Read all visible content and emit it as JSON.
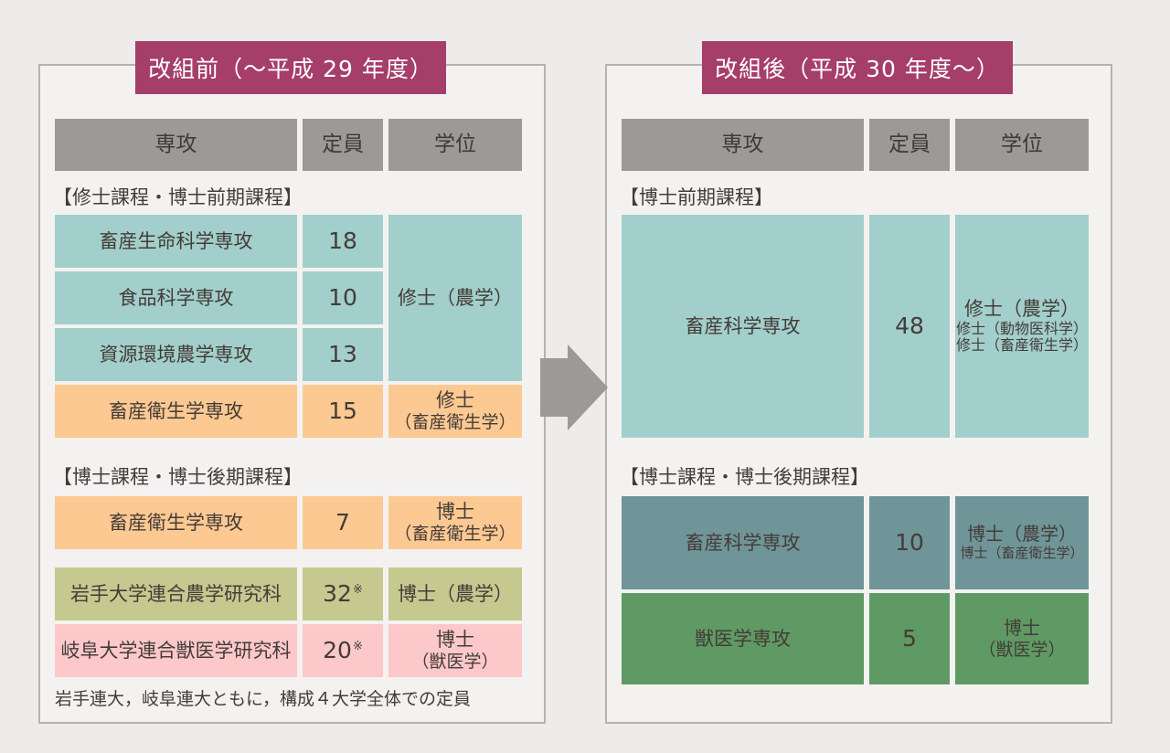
{
  "colors": {
    "title_bg": "#a53e68",
    "header_bg": "#9b9a98",
    "arrow": "#9b9a98",
    "teal": "#a2cfcb",
    "orange": "#fdc992",
    "olive": "#c5c98f",
    "pink": "#fcc8ca",
    "dark_teal": "#6f9598",
    "green": "#5f9a64",
    "panel_bg": "#f3f2f0",
    "page_bg": "#edecea",
    "text": "#443c38"
  },
  "left": {
    "title": "改組前（～平成 29 年度）",
    "headers": {
      "major": "専攻",
      "capacity": "定員",
      "degree": "学位"
    },
    "section1": {
      "label": "【修士課程・博士前期課程】",
      "rows": [
        {
          "name": "畜産生命科学専攻",
          "capacity": "18"
        },
        {
          "name": "食品科学専攻",
          "capacity": "10"
        },
        {
          "name": "資源環境農学専攻",
          "capacity": "13"
        }
      ],
      "shared_degree": "修士（農学）",
      "row4": {
        "name": "畜産衛生学専攻",
        "capacity": "15",
        "degree_line1": "修士",
        "degree_line2": "（畜産衛生学）"
      }
    },
    "section2": {
      "label": "【博士課程・博士後期課程】",
      "row1": {
        "name": "畜産衛生学専攻",
        "capacity": "7",
        "degree_line1": "博士",
        "degree_line2": "（畜産衛生学）"
      },
      "row2": {
        "name": "岩手大学連合農学研究科",
        "capacity": "32",
        "capacity_note": "※",
        "degree": "博士（農学）"
      },
      "row3": {
        "name": "岐阜大学連合獣医学研究科",
        "capacity": "20",
        "capacity_note": "※",
        "degree_line1": "博士",
        "degree_line2": "（獣医学）"
      }
    },
    "footnote": "岩手連大，岐阜連大ともに，構成４大学全体での定員"
  },
  "right": {
    "title": "改組後（平成 30 年度～）",
    "headers": {
      "major": "専攻",
      "capacity": "定員",
      "degree": "学位"
    },
    "section1": {
      "label": "【博士前期課程】",
      "row": {
        "name": "畜産科学専攻",
        "capacity": "48",
        "degree_line1": "修士（農学）",
        "degree_line2": "修士（動物医科学）",
        "degree_line3": "修士（畜産衛生学）"
      }
    },
    "section2": {
      "label": "【博士課程・博士後期課程】",
      "row1": {
        "name": "畜産科学専攻",
        "capacity": "10",
        "degree_line1": "博士（農学）",
        "degree_line2": "博士（畜産衛生学）"
      },
      "row2": {
        "name": "獣医学専攻",
        "capacity": "5",
        "degree_line1": "博士",
        "degree_line2": "（獣医学）"
      }
    }
  }
}
